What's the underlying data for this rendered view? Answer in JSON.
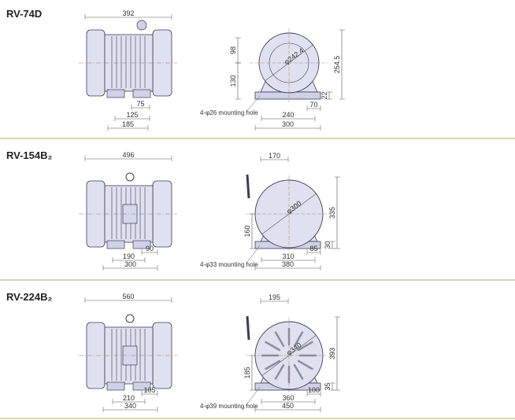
{
  "colors": {
    "body": "#dfe1f0",
    "stroke": "#3a3d55",
    "dim": "#555555",
    "divider": "#c9b98a"
  },
  "models": [
    {
      "name": "RV-74D",
      "dims": {
        "overall_length": "392",
        "foot_inner": "75",
        "foot_center": "125",
        "foot_outer": "185",
        "upper_height": "98",
        "lower_height": "130",
        "total_height": "254.5",
        "base_thickness": "22",
        "foot_width": "70",
        "base_center": "240",
        "base_width": "300",
        "diameter": "φ242.4"
      },
      "mounting_hole": "4-φ26 mounting hole"
    },
    {
      "name": "RV-154B₂",
      "dims": {
        "overall_length": "496",
        "foot_inner": "90",
        "foot_center": "190",
        "foot_outer": "300",
        "top_offset": "170",
        "lower_height": "160",
        "total_height": "335",
        "base_thickness": "30",
        "foot_width": "85",
        "base_center": "310",
        "base_width": "380",
        "diameter": "φ300"
      },
      "mounting_hole": "4-φ33 mounting hole"
    },
    {
      "name": "RV-224B₂",
      "dims": {
        "overall_length": "560",
        "foot_inner": "105",
        "foot_center": "210",
        "foot_outer": "340",
        "top_offset": "195",
        "lower_height": "185",
        "total_height": "393",
        "base_thickness": "35",
        "foot_width": "100",
        "base_center": "360",
        "base_width": "450",
        "diameter": "φ340"
      },
      "mounting_hole": "4-φ39 mounting hole"
    }
  ]
}
